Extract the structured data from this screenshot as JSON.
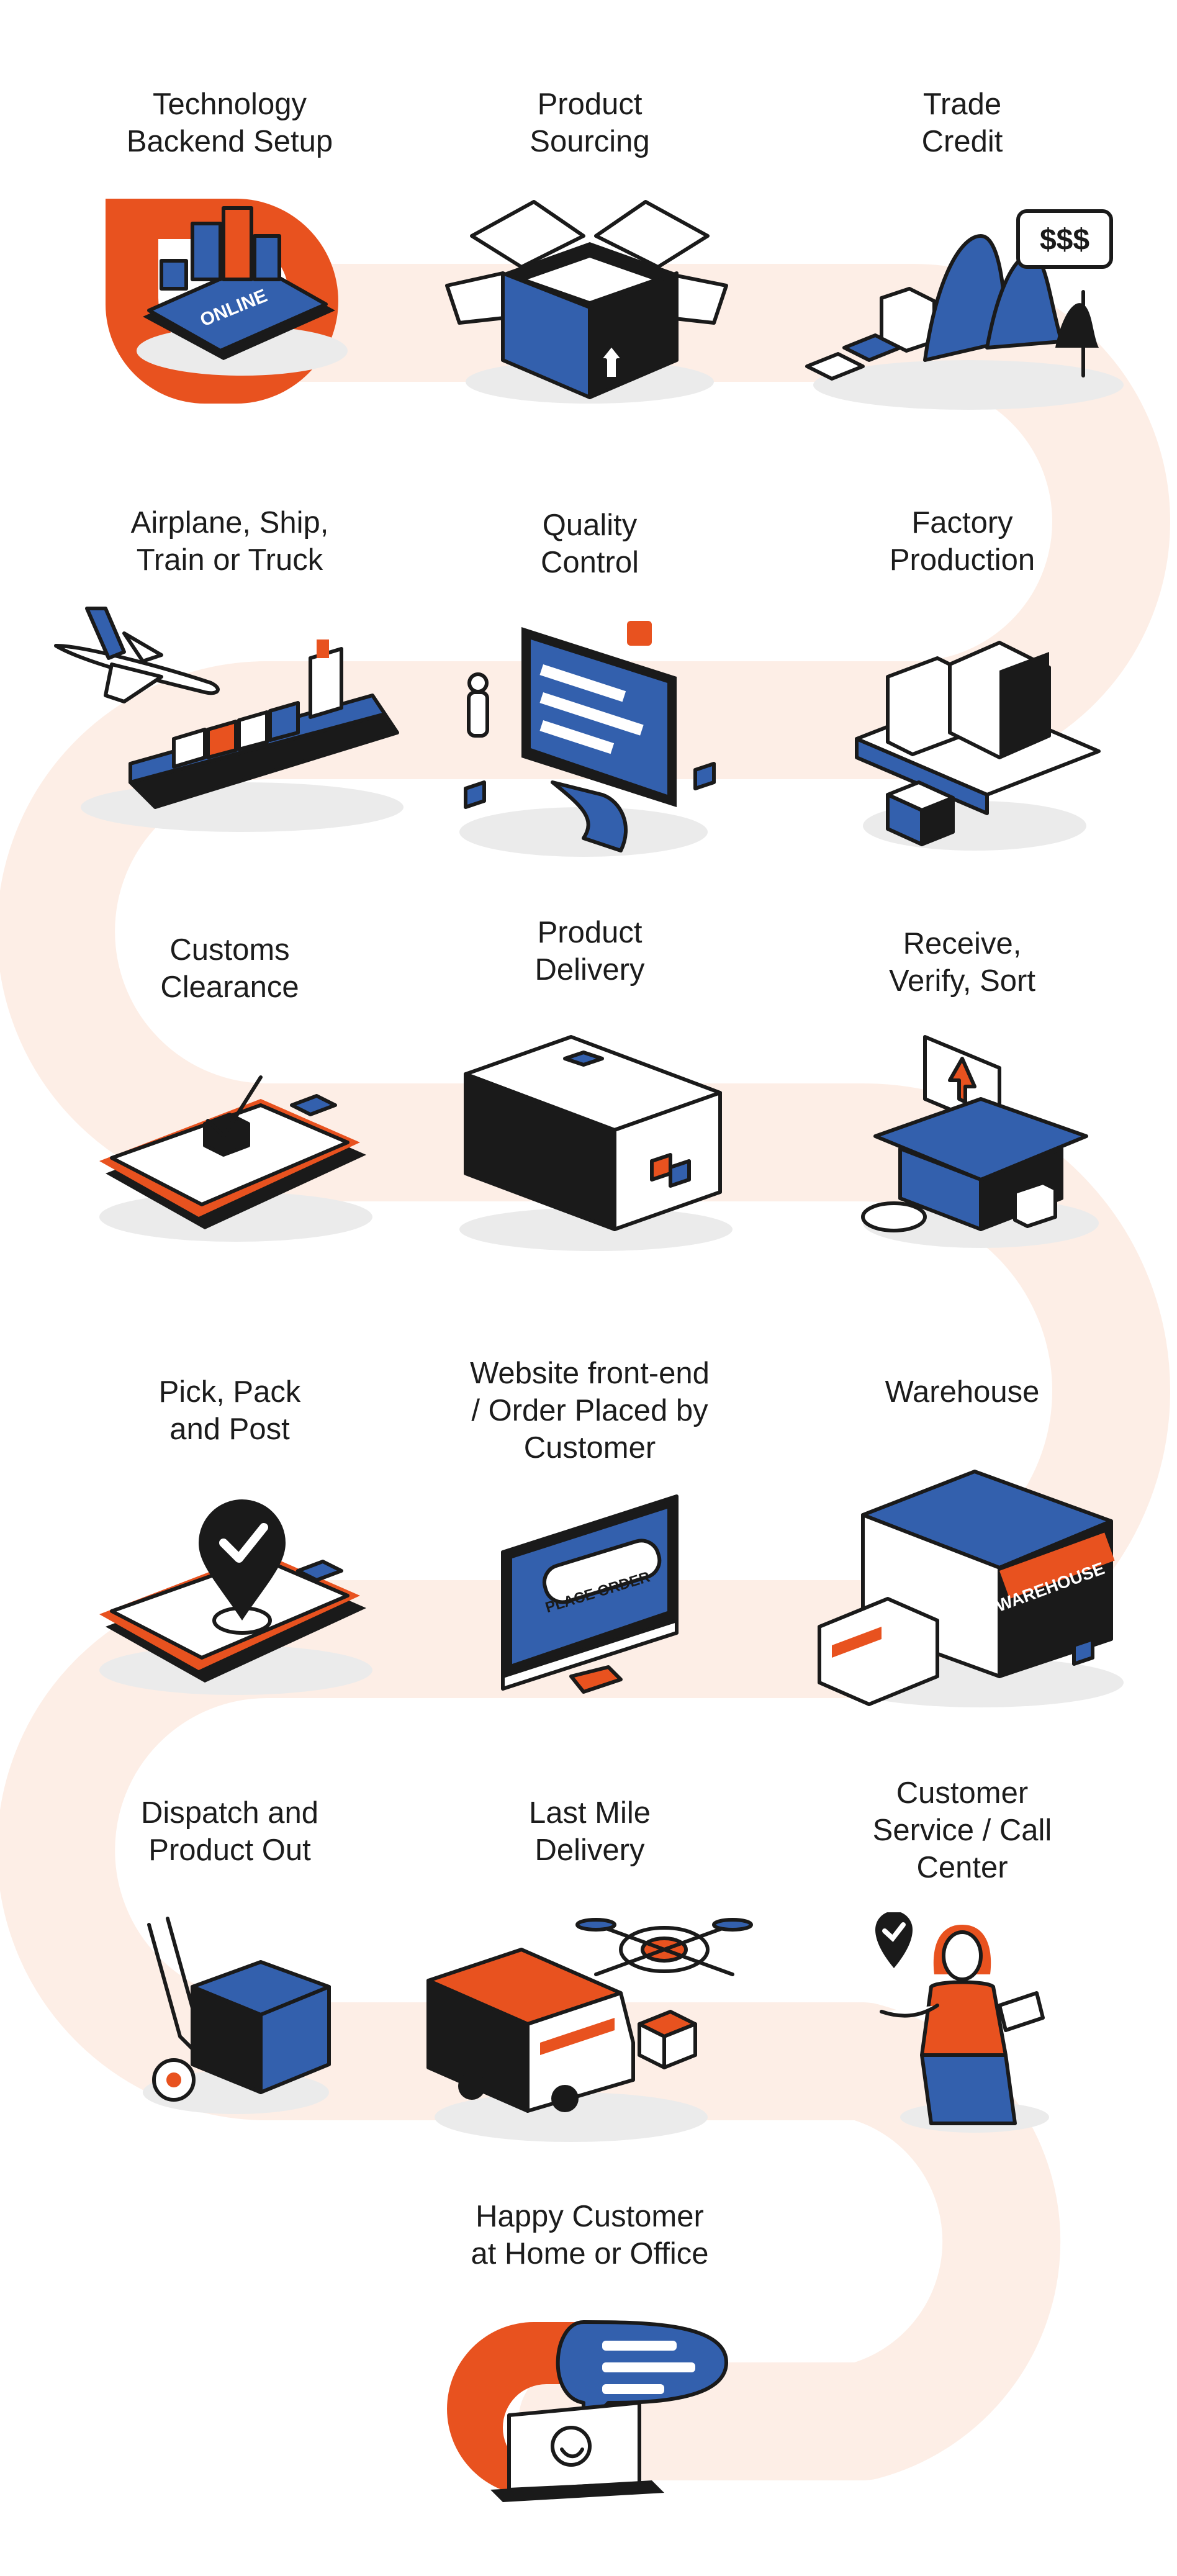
{
  "colors": {
    "path": "#fdeee6",
    "accent": "#e8521f",
    "primary": "#3360ad",
    "dark": "#1a1a1a",
    "shadow": "#ebebeb",
    "white": "#ffffff"
  },
  "steps": [
    {
      "label": "Technology\nBackend Setup",
      "icon": "online-shop-icon"
    },
    {
      "label": "Product\nSourcing",
      "icon": "open-box-icon"
    },
    {
      "label": "Trade\nCredit",
      "icon": "trade-credit-chart-icon"
    },
    {
      "label": "Factory\nProduction",
      "icon": "pallet-boxes-icon"
    },
    {
      "label": "Quality\nControl",
      "icon": "quality-monitor-icon"
    },
    {
      "label": "Airplane, Ship,\nTrain or Truck",
      "icon": "airplane-ship-icon"
    },
    {
      "label": "Customs\nClearance",
      "icon": "clipboard-check-icon"
    },
    {
      "label": "Product\nDelivery",
      "icon": "shipping-container-icon"
    },
    {
      "label": "Receive,\nVerify, Sort",
      "icon": "receive-box-icon"
    },
    {
      "label": "Warehouse",
      "icon": "warehouse-building-icon"
    },
    {
      "label": "Website front-end\n/ Order Placed by\nCustomer",
      "icon": "place-order-monitor-icon"
    },
    {
      "label": "Pick, Pack\nand Post",
      "icon": "map-pin-check-icon"
    },
    {
      "label": "Dispatch and\nProduct Out",
      "icon": "hand-truck-icon"
    },
    {
      "label": "Last Mile\nDelivery",
      "icon": "van-drone-icon"
    },
    {
      "label": "Customer\nService / Call\nCenter",
      "icon": "call-center-agent-icon"
    },
    {
      "label": "Happy Customer\nat Home or Office",
      "icon": "happy-laptop-icon"
    }
  ],
  "warehouse_sign": "WAREHOUSE",
  "place_order_button": "PLACE ORDER",
  "online_badge": "ONLINE",
  "trade_credit_sign": "$$$"
}
